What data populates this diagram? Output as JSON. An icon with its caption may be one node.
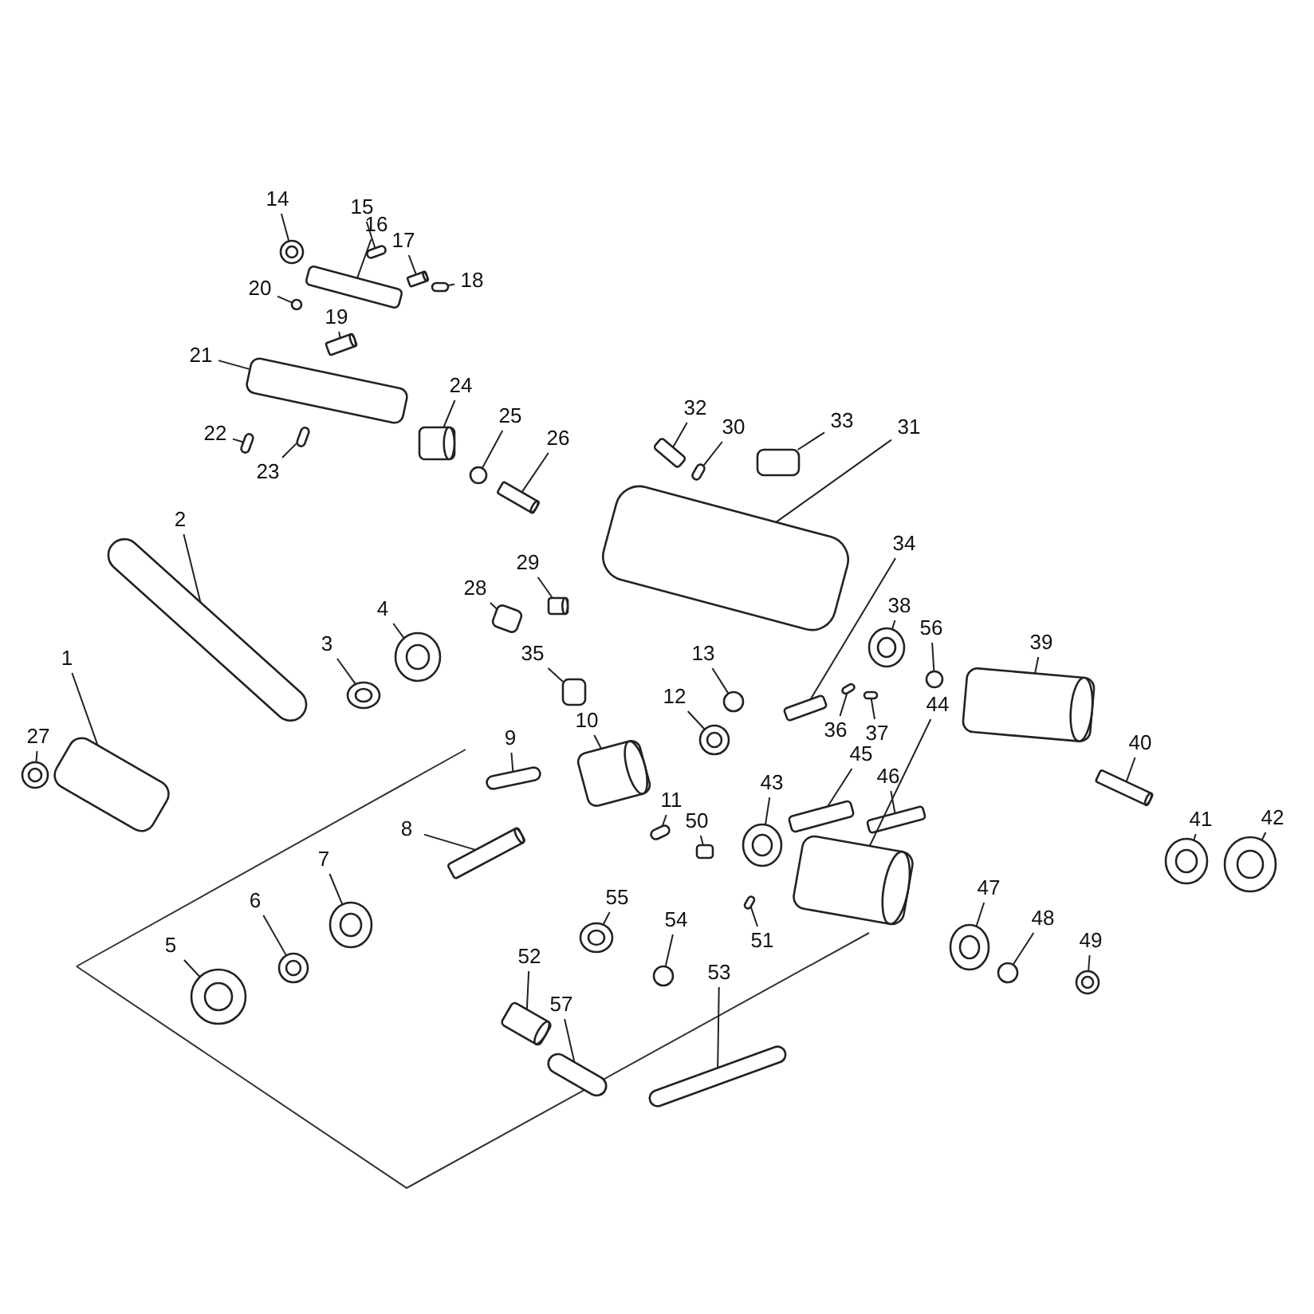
{
  "diagram": {
    "nodes": [
      {
        "text": [
          "1"
        ]
      },
      {
        "text": [
          "2"
        ]
      },
      {
        "text": [
          "3"
        ]
      },
      {
        "text": [
          "4"
        ]
      },
      {
        "text": [
          "5"
        ]
      },
      {
        "text": [
          "6"
        ]
      },
      {
        "text": [
          "7"
        ]
      },
      {
        "text": [
          "8"
        ]
      },
      {
        "text": [
          "9"
        ]
      },
      {
        "text": [
          "10"
        ]
      },
      {
        "text": [
          "11"
        ]
      },
      {
        "text": [
          "12"
        ]
      },
      {
        "text": [
          "13"
        ]
      },
      {
        "text": [
          "14"
        ]
      },
      {
        "text": [
          "15"
        ]
      },
      {
        "text": [
          "16"
        ]
      },
      {
        "text": [
          "17"
        ]
      },
      {
        "text": [
          "18"
        ]
      },
      {
        "text": [
          "19"
        ]
      },
      {
        "text": [
          "20"
        ]
      },
      {
        "text": [
          "21"
        ]
      },
      {
        "text": [
          "22"
        ]
      },
      {
        "text": [
          "23"
        ]
      },
      {
        "text": [
          "24"
        ]
      },
      {
        "text": [
          "25"
        ]
      },
      {
        "text": [
          "26"
        ]
      },
      {
        "text": [
          "27"
        ]
      },
      {
        "text": [
          "28"
        ]
      },
      {
        "text": [
          "29"
        ]
      },
      {
        "text": [
          "30"
        ]
      },
      {
        "text": [
          "31"
        ]
      },
      {
        "text": [
          "32"
        ]
      },
      {
        "text": [
          "33"
        ]
      },
      {
        "text": [
          "34"
        ]
      },
      {
        "text": [
          "35"
        ]
      },
      {
        "text": [
          "36"
        ]
      },
      {
        "text": [
          "37"
        ]
      },
      {
        "text": [
          "38"
        ]
      },
      {
        "text": [
          "39"
        ]
      },
      {
        "text": [
          "40"
        ]
      },
      {
        "text": [
          "41"
        ]
      },
      {
        "text": [
          "42"
        ]
      },
      {
        "text": [
          "43"
        ]
      },
      {
        "text": [
          "44"
        ]
      },
      {
        "text": [
          "45"
        ]
      },
      {
        "text": [
          "46"
        ]
      },
      {
        "text": [
          "47"
        ]
      },
      {
        "text": [
          "48"
        ]
      },
      {
        "text": [
          "49"
        ]
      },
      {
        "text": [
          "50"
        ]
      },
      {
        "text": [
          "51"
        ]
      },
      {
        "text": [
          "52"
        ]
      },
      {
        "text": [
          "53"
        ]
      },
      {
        "text": [
          "54"
        ]
      },
      {
        "text": [
          "55"
        ]
      },
      {
        "text": [
          "56"
        ]
      },
      {
        "text": [
          "57"
        ]
      },
      {
        "text": [],
        "shape": "box"
      },
      {
        "text": [],
        "shape": "bar"
      },
      {
        "text": [],
        "shape": "circle"
      },
      {
        "text": [],
        "shape": "circle"
      },
      {
        "text": [],
        "shape": "circle"
      },
      {
        "text": [],
        "shape": "circle"
      },
      {
        "text": [],
        "shape": "circle"
      },
      {
        "text": [],
        "shape": "cylinder"
      },
      {
        "text": [],
        "shape": "bar"
      },
      {
        "text": [],
        "shape": "cylinder"
      },
      {
        "text": [],
        "shape": "bar"
      },
      {
        "text": [],
        "shape": "circle"
      },
      {
        "text": [],
        "shape": "circle"
      },
      {
        "text": [],
        "shape": "circle"
      },
      {
        "text": [],
        "shape": "bar"
      },
      {
        "text": [],
        "shape": "box"
      },
      {
        "text": [],
        "shape": "cylinder"
      },
      {
        "text": [],
        "shape": "bar"
      },
      {
        "text": [],
        "shape": "cylinder"
      },
      {
        "text": [],
        "shape": "circle"
      },
      {
        "text": [],
        "shape": "box"
      },
      {
        "text": [],
        "shape": "bar"
      },
      {
        "text": [],
        "shape": "bar"
      },
      {
        "text": [],
        "shape": "cylinder"
      },
      {
        "text": [],
        "shape": "circle"
      },
      {
        "text": [],
        "shape": "cylinder"
      },
      {
        "text": [],
        "shape": "circle"
      },
      {
        "text": [],
        "shape": "box"
      },
      {
        "text": [],
        "shape": "cylinder"
      },
      {
        "text": [],
        "shape": "bar"
      },
      {
        "text": [],
        "shape": "box"
      },
      {
        "text": [],
        "shape": "box"
      },
      {
        "text": [],
        "shape": "box"
      },
      {
        "text": [],
        "shape": "box"
      },
      {
        "text": [],
        "shape": "box"
      },
      {
        "text": [],
        "shape": "bar"
      },
      {
        "text": [],
        "shape": "bar"
      },
      {
        "text": [],
        "shape": "circle"
      },
      {
        "text": [],
        "shape": "cylinder"
      },
      {
        "text": [],
        "shape": "cylinder"
      },
      {
        "text": [],
        "shape": "circle"
      },
      {
        "text": [],
        "shape": "circle"
      },
      {
        "text": [],
        "shape": "circle"
      },
      {
        "text": [],
        "shape": "cylinder"
      },
      {
        "text": [],
        "shape": "box"
      },
      {
        "text": [],
        "shape": "box"
      },
      {
        "text": [],
        "shape": "circle"
      },
      {
        "text": [],
        "shape": "circle"
      },
      {
        "text": [],
        "shape": "circle"
      },
      {
        "text": [],
        "shape": "box"
      },
      {
        "text": [],
        "shape": "bar"
      },
      {
        "text": [],
        "shape": "cylinder"
      },
      {
        "text": [],
        "shape": "bar"
      },
      {
        "text": [],
        "shape": "circle"
      },
      {
        "text": [],
        "shape": "circle"
      },
      {
        "text": [],
        "shape": "circle"
      },
      {
        "text": [],
        "shape": "bar"
      }
    ],
    "edges": [
      {
        "from": 0,
        "to": 57,
        "arrow": "none"
      },
      {
        "from": 1,
        "to": 58,
        "arrow": "none"
      },
      {
        "from": 2,
        "to": 59,
        "arrow": "none"
      },
      {
        "from": 3,
        "to": 60,
        "arrow": "none"
      },
      {
        "from": 4,
        "to": 61,
        "arrow": "none"
      },
      {
        "from": 5,
        "to": 62,
        "arrow": "none"
      },
      {
        "from": 6,
        "to": 63,
        "arrow": "none"
      },
      {
        "from": 7,
        "to": 64,
        "arrow": "none"
      },
      {
        "from": 8,
        "to": 65,
        "arrow": "none"
      },
      {
        "from": 9,
        "to": 66,
        "arrow": "none"
      },
      {
        "from": 10,
        "to": 67,
        "arrow": "none"
      },
      {
        "from": 11,
        "to": 68,
        "arrow": "none"
      },
      {
        "from": 12,
        "to": 69,
        "arrow": "none"
      },
      {
        "from": 13,
        "to": 70,
        "arrow": "none"
      },
      {
        "from": 14,
        "to": 71,
        "arrow": "none"
      },
      {
        "from": 15,
        "to": 72,
        "arrow": "none"
      },
      {
        "from": 16,
        "to": 73,
        "arrow": "none"
      },
      {
        "from": 17,
        "to": 74,
        "arrow": "none"
      },
      {
        "from": 18,
        "to": 75,
        "arrow": "none"
      },
      {
        "from": 19,
        "to": 76,
        "arrow": "none"
      },
      {
        "from": 20,
        "to": 77,
        "arrow": "none"
      },
      {
        "from": 21,
        "to": 78,
        "arrow": "none"
      },
      {
        "from": 22,
        "to": 79,
        "arrow": "none"
      },
      {
        "from": 23,
        "to": 80,
        "arrow": "none"
      },
      {
        "from": 24,
        "to": 81,
        "arrow": "none"
      },
      {
        "from": 25,
        "to": 82,
        "arrow": "none"
      },
      {
        "from": 26,
        "to": 83,
        "arrow": "none"
      },
      {
        "from": 27,
        "to": 84,
        "arrow": "none"
      },
      {
        "from": 28,
        "to": 85,
        "arrow": "none"
      },
      {
        "from": 29,
        "to": 86,
        "arrow": "none"
      },
      {
        "from": 30,
        "to": 87,
        "arrow": "none"
      },
      {
        "from": 31,
        "to": 88,
        "arrow": "none"
      },
      {
        "from": 32,
        "to": 89,
        "arrow": "none"
      },
      {
        "from": 33,
        "to": 90,
        "arrow": "none"
      },
      {
        "from": 34,
        "to": 91,
        "arrow": "none"
      },
      {
        "from": 35,
        "to": 92,
        "arrow": "none"
      },
      {
        "from": 36,
        "to": 93,
        "arrow": "none"
      },
      {
        "from": 37,
        "to": 94,
        "arrow": "none"
      },
      {
        "from": 38,
        "to": 95,
        "arrow": "none"
      },
      {
        "from": 39,
        "to": 96,
        "arrow": "none"
      },
      {
        "from": 40,
        "to": 97,
        "arrow": "none"
      },
      {
        "from": 41,
        "to": 98,
        "arrow": "none"
      },
      {
        "from": 42,
        "to": 99,
        "arrow": "none"
      },
      {
        "from": 43,
        "to": 100,
        "arrow": "none"
      },
      {
        "from": 44,
        "to": 101,
        "arrow": "none"
      },
      {
        "from": 45,
        "to": 102,
        "arrow": "none"
      },
      {
        "from": 46,
        "to": 103,
        "arrow": "none"
      },
      {
        "from": 47,
        "to": 104,
        "arrow": "none"
      },
      {
        "from": 48,
        "to": 105,
        "arrow": "none"
      },
      {
        "from": 49,
        "to": 106,
        "arrow": "none"
      },
      {
        "from": 50,
        "to": 107,
        "arrow": "none"
      },
      {
        "from": 51,
        "to": 108,
        "arrow": "none"
      },
      {
        "from": 52,
        "to": 109,
        "arrow": "none"
      },
      {
        "from": 53,
        "to": 110,
        "arrow": "none"
      },
      {
        "from": 54,
        "to": 111,
        "arrow": "none"
      },
      {
        "from": 55,
        "to": 112,
        "arrow": "none"
      },
      {
        "from": 56,
        "to": 113,
        "arrow": "none"
      }
    ]
  }
}
